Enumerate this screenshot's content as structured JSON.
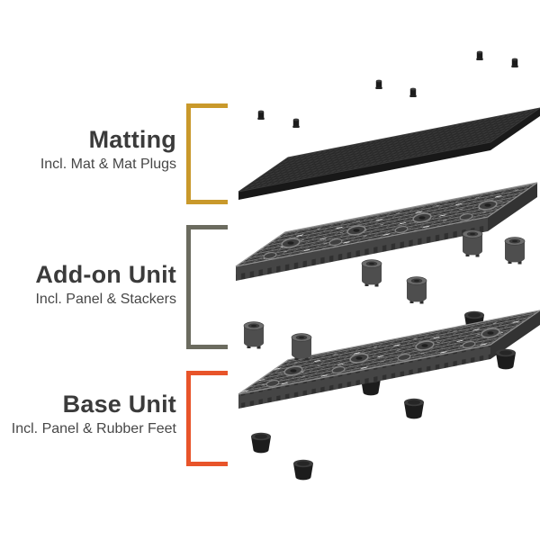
{
  "sections": [
    {
      "title": "Matting",
      "subtitle": "Incl. Mat & Mat Plugs"
    },
    {
      "title": "Add-on Unit",
      "subtitle": "Incl. Panel & Stackers"
    },
    {
      "title": "Base Unit",
      "subtitle": "Incl. Panel & Rubber Feet"
    }
  ],
  "colors": {
    "background": "#ffffff",
    "title_text": "#3b3b3b",
    "subtitle_text": "#474747",
    "bracket_matting": "#c9992b",
    "bracket_addon": "#6b6b5f",
    "bracket_base": "#e8542a",
    "mat_black": "#2b2b2b",
    "panel_gray": "#6e6e6e",
    "panel_side": "#454545",
    "stacker_gray": "#4e4e4e",
    "foot_black": "#1c1c1c"
  }
}
